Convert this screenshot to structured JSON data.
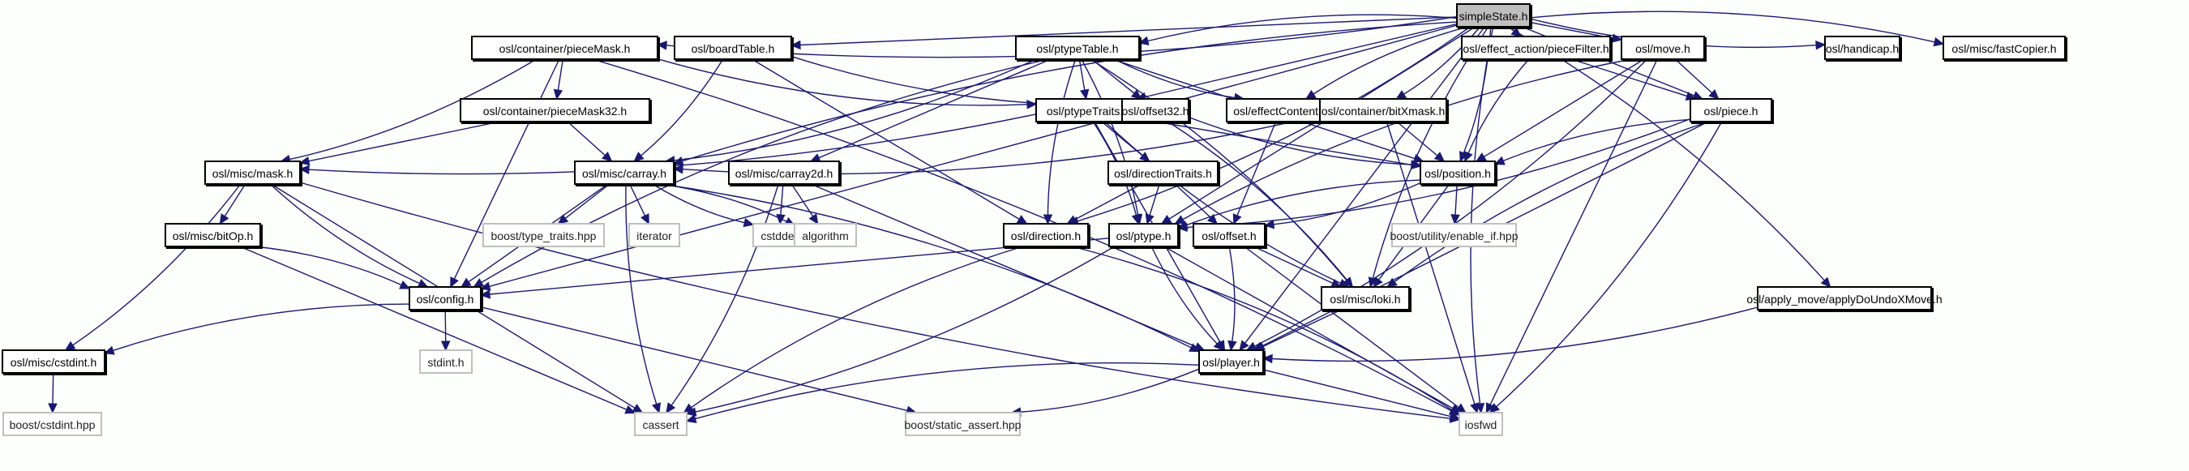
{
  "title": "simpleState.h include dependency graph",
  "colors": {
    "edge": "#191970",
    "root_fill": "#bfbfbf",
    "local_border": "#000000",
    "system_border": "#bfbfbf",
    "background": "#fdfffd"
  },
  "nodes": [
    {
      "id": "simpleState",
      "label": "simpleState.h",
      "kind": "root"
    },
    {
      "id": "pieceMask",
      "label": "osl/container/pieceMask.h",
      "kind": "local"
    },
    {
      "id": "boardTable",
      "label": "osl/boardTable.h",
      "kind": "local"
    },
    {
      "id": "ptypeTable",
      "label": "osl/ptypeTable.h",
      "kind": "local"
    },
    {
      "id": "pieceFilter",
      "label": "osl/effect_action/pieceFilter.h",
      "kind": "local"
    },
    {
      "id": "move",
      "label": "osl/move.h",
      "kind": "local"
    },
    {
      "id": "handicap",
      "label": "osl/handicap.h",
      "kind": "local"
    },
    {
      "id": "fastCopier",
      "label": "osl/misc/fastCopier.h",
      "kind": "local"
    },
    {
      "id": "pieceMask32",
      "label": "osl/container/pieceMask32.h",
      "kind": "local"
    },
    {
      "id": "ptypeTraits",
      "label": "osl/ptypeTraits.h",
      "kind": "local"
    },
    {
      "id": "offset32",
      "label": "osl/offset32.h",
      "kind": "local"
    },
    {
      "id": "effectContent",
      "label": "osl/effectContent.h",
      "kind": "local"
    },
    {
      "id": "bitXmask",
      "label": "osl/container/bitXmask.h",
      "kind": "local"
    },
    {
      "id": "piece",
      "label": "osl/piece.h",
      "kind": "local"
    },
    {
      "id": "mask",
      "label": "osl/misc/mask.h",
      "kind": "local"
    },
    {
      "id": "carray",
      "label": "osl/misc/carray.h",
      "kind": "local"
    },
    {
      "id": "carray2d",
      "label": "osl/misc/carray2d.h",
      "kind": "local"
    },
    {
      "id": "directionTraits",
      "label": "osl/directionTraits.h",
      "kind": "local"
    },
    {
      "id": "position",
      "label": "osl/position.h",
      "kind": "local"
    },
    {
      "id": "bitOp",
      "label": "osl/misc/bitOp.h",
      "kind": "local"
    },
    {
      "id": "typeTraits",
      "label": "boost/type_traits.hpp",
      "kind": "system"
    },
    {
      "id": "iterator",
      "label": "iterator",
      "kind": "system"
    },
    {
      "id": "cstddef",
      "label": "cstddef",
      "kind": "system"
    },
    {
      "id": "algorithm",
      "label": "algorithm",
      "kind": "system"
    },
    {
      "id": "direction",
      "label": "osl/direction.h",
      "kind": "local"
    },
    {
      "id": "ptype",
      "label": "osl/ptype.h",
      "kind": "local"
    },
    {
      "id": "offset",
      "label": "osl/offset.h",
      "kind": "local"
    },
    {
      "id": "enableIf",
      "label": "boost/utility/enable_if.hpp",
      "kind": "system"
    },
    {
      "id": "config",
      "label": "osl/config.h",
      "kind": "local"
    },
    {
      "id": "loki",
      "label": "osl/misc/loki.h",
      "kind": "local"
    },
    {
      "id": "applyDoUndo",
      "label": "osl/apply_move/applyDoUndoXMove.h",
      "kind": "local"
    },
    {
      "id": "cstdint",
      "label": "osl/misc/cstdint.h",
      "kind": "local"
    },
    {
      "id": "stdint",
      "label": "stdint.h",
      "kind": "system"
    },
    {
      "id": "player",
      "label": "osl/player.h",
      "kind": "local"
    },
    {
      "id": "boostCstdint",
      "label": "boost/cstdint.hpp",
      "kind": "system"
    },
    {
      "id": "cassert",
      "label": "cassert",
      "kind": "system"
    },
    {
      "id": "staticAssert",
      "label": "boost/static_assert.hpp",
      "kind": "system"
    },
    {
      "id": "iosfwd",
      "label": "iosfwd",
      "kind": "system"
    }
  ],
  "edges": [
    [
      "simpleState",
      "pieceMask"
    ],
    [
      "simpleState",
      "boardTable"
    ],
    [
      "simpleState",
      "ptypeTable"
    ],
    [
      "simpleState",
      "pieceFilter"
    ],
    [
      "simpleState",
      "move"
    ],
    [
      "simpleState",
      "handicap"
    ],
    [
      "simpleState",
      "fastCopier"
    ],
    [
      "simpleState",
      "ptypeTraits"
    ],
    [
      "simpleState",
      "effectContent"
    ],
    [
      "simpleState",
      "bitXmask"
    ],
    [
      "simpleState",
      "piece"
    ],
    [
      "simpleState",
      "carray"
    ],
    [
      "simpleState",
      "direction"
    ],
    [
      "simpleState",
      "ptype"
    ],
    [
      "simpleState",
      "loki"
    ],
    [
      "simpleState",
      "applyDoUndo"
    ],
    [
      "simpleState",
      "player"
    ],
    [
      "simpleState",
      "iosfwd"
    ],
    [
      "simpleState",
      "position"
    ],
    [
      "simpleState",
      "config"
    ],
    [
      "pieceMask",
      "pieceMask32"
    ],
    [
      "pieceMask",
      "mask"
    ],
    [
      "pieceMask",
      "config"
    ],
    [
      "pieceMask",
      "ptypeTraits"
    ],
    [
      "pieceMask",
      "iosfwd"
    ],
    [
      "pieceMask32",
      "mask"
    ],
    [
      "pieceMask32",
      "carray"
    ],
    [
      "boardTable",
      "carray"
    ],
    [
      "boardTable",
      "direction"
    ],
    [
      "boardTable",
      "offset32"
    ],
    [
      "ptypeTable",
      "ptypeTraits"
    ],
    [
      "ptypeTable",
      "offset32"
    ],
    [
      "ptypeTable",
      "effectContent"
    ],
    [
      "ptypeTable",
      "carray"
    ],
    [
      "ptypeTable",
      "carray2d"
    ],
    [
      "ptypeTable",
      "direction"
    ],
    [
      "ptypeTable",
      "ptype"
    ],
    [
      "ptypeTable",
      "position"
    ],
    [
      "ptypeTable",
      "config"
    ],
    [
      "ptypeTable",
      "loki"
    ],
    [
      "pieceFilter",
      "piece"
    ],
    [
      "pieceFilter",
      "position"
    ],
    [
      "move",
      "piece"
    ],
    [
      "move",
      "position"
    ],
    [
      "move",
      "ptype"
    ],
    [
      "move",
      "player"
    ],
    [
      "move",
      "iosfwd"
    ],
    [
      "ptypeTraits",
      "directionTraits"
    ],
    [
      "ptypeTraits",
      "ptype"
    ],
    [
      "ptypeTraits",
      "position"
    ],
    [
      "ptypeTraits",
      "loki"
    ],
    [
      "ptypeTraits",
      "mask"
    ],
    [
      "ptypeTraits",
      "player"
    ],
    [
      "offset32",
      "position"
    ],
    [
      "offset32",
      "loki"
    ],
    [
      "effectContent",
      "offset"
    ],
    [
      "bitXmask",
      "position"
    ],
    [
      "bitXmask",
      "carray"
    ],
    [
      "bitXmask",
      "iosfwd"
    ],
    [
      "piece",
      "position"
    ],
    [
      "piece",
      "ptype"
    ],
    [
      "piece",
      "player"
    ],
    [
      "piece",
      "loki"
    ],
    [
      "piece",
      "iosfwd"
    ],
    [
      "mask",
      "bitOp"
    ],
    [
      "mask",
      "config"
    ],
    [
      "mask",
      "cstdint"
    ],
    [
      "mask",
      "cassert"
    ],
    [
      "mask",
      "iosfwd"
    ],
    [
      "carray",
      "typeTraits"
    ],
    [
      "carray",
      "iterator"
    ],
    [
      "carray",
      "cstddef"
    ],
    [
      "carray",
      "algorithm"
    ],
    [
      "carray",
      "config"
    ],
    [
      "carray",
      "cassert"
    ],
    [
      "carray",
      "player"
    ],
    [
      "carray2d",
      "cstddef"
    ],
    [
      "carray2d",
      "algorithm"
    ],
    [
      "carray2d",
      "cassert"
    ],
    [
      "carray2d",
      "player"
    ],
    [
      "directionTraits",
      "direction"
    ],
    [
      "directionTraits",
      "ptype"
    ],
    [
      "directionTraits",
      "offset"
    ],
    [
      "position",
      "enableIf"
    ],
    [
      "position",
      "offset"
    ],
    [
      "position",
      "loki"
    ],
    [
      "position",
      "ptype"
    ],
    [
      "bitOp",
      "config"
    ],
    [
      "bitOp",
      "cassert"
    ],
    [
      "direction",
      "cassert"
    ],
    [
      "direction",
      "iosfwd"
    ],
    [
      "ptype",
      "config"
    ],
    [
      "ptype",
      "player"
    ],
    [
      "ptype",
      "cassert"
    ],
    [
      "ptype",
      "iosfwd"
    ],
    [
      "offset",
      "loki"
    ],
    [
      "offset",
      "player"
    ],
    [
      "offset",
      "iosfwd"
    ],
    [
      "config",
      "cstdint"
    ],
    [
      "config",
      "stdint"
    ],
    [
      "config",
      "staticAssert"
    ],
    [
      "loki",
      "player"
    ],
    [
      "applyDoUndo",
      "player"
    ],
    [
      "cstdint",
      "boostCstdint"
    ],
    [
      "player",
      "cassert"
    ],
    [
      "player",
      "staticAssert"
    ],
    [
      "player",
      "iosfwd"
    ]
  ]
}
